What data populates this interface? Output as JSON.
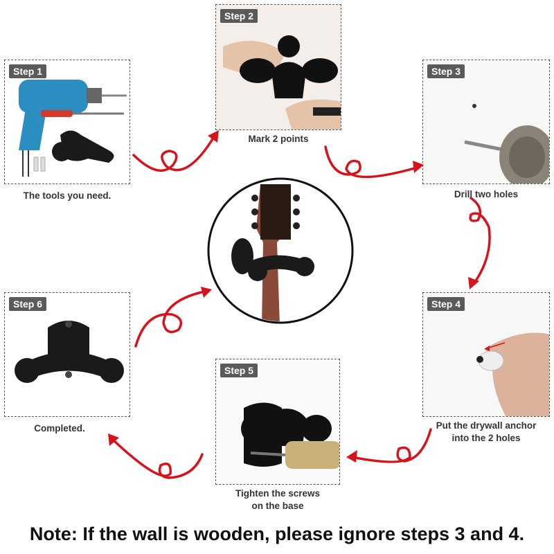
{
  "steps": [
    {
      "tag": "Step 1",
      "caption": "The tools you need."
    },
    {
      "tag": "Step 2",
      "caption": "Mark 2 points"
    },
    {
      "tag": "Step 3",
      "caption": "Drill two holes"
    },
    {
      "tag": "Step 4",
      "caption_line1": "Put the drywall anchor",
      "caption_line2": "into the 2 holes"
    },
    {
      "tag": "Step 5",
      "caption_line1": "Tighten the screws",
      "caption_line2": "on the base"
    },
    {
      "tag": "Step 6",
      "caption": "Completed."
    }
  ],
  "note": "Note: If the wall is wooden, please ignore steps 3 and 4.",
  "colors": {
    "arrow": "#d8121a",
    "tag_bg": "#5a5a5a",
    "hanger": "#1a1a1a"
  }
}
